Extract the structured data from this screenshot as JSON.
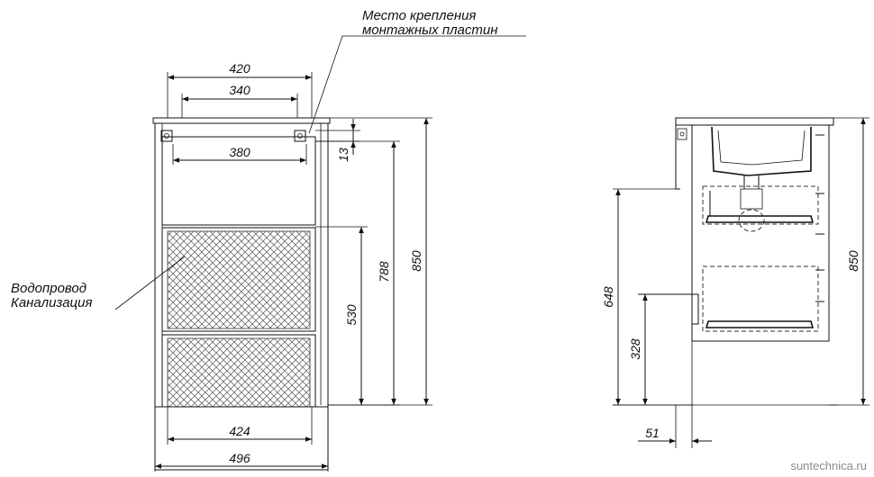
{
  "labels": {
    "mounting_line1": "Место крепления",
    "mounting_line2": "монтажных пластин",
    "pipes_line1": "Водопровод",
    "pipes_line2": "Канализация"
  },
  "dimensions": {
    "w420": "420",
    "w340": "340",
    "w380": "380",
    "h13": "13",
    "h788": "788",
    "h850_front": "850",
    "h530": "530",
    "w424": "424",
    "w496": "496",
    "h648": "648",
    "h328": "328",
    "d51": "51",
    "h850_side": "850"
  },
  "watermark": "suntechnica.ru"
}
